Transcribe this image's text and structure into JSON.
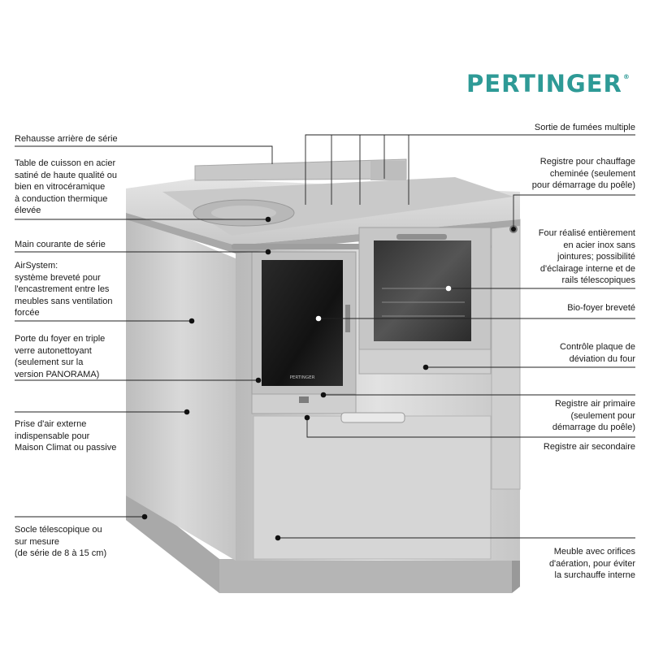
{
  "brand": {
    "logo_text": "PERTINGER",
    "registered_mark": "®",
    "color": "#2e9a96"
  },
  "labels": {
    "left": [
      "Rehausse arrière de série",
      "Table de cuisson en acier\nsatiné de haute qualité ou\nbien en vitrocéramique\nà conduction thermique\nélevée",
      "Main courante de série",
      "AirSystem:\nsystème breveté pour\nl'encastrement entre les\nmeubles sans ventilation\nforcée",
      "Porte du foyer en triple\nverre autonettoyant\n(seulement sur la\nversion PANORAMA)",
      "Prise d'air externe\nindispensable pour\nMaison Climat ou passive",
      "Socle télescopique ou\nsur mesure\n(de série de 8 à 15 cm)"
    ],
    "right": [
      "Sortie de fumées multiple",
      "Registre pour chauffage\ncheminée (seulement\npour démarrage du poêle)",
      "Four réalisé entièrement\nen acier inox sans\njointures; possibilité\nd'éclairage interne et de\nrails télescopiques",
      "Bio-foyer breveté",
      "Contrôle plaque de\ndéviation du four",
      "Registre air primaire\n(seulement pour\ndémarrage du poêle)",
      "Registre air secondaire",
      "Meuble avec orifices\nd'aération, pour éviter\nla surchauffe interne"
    ]
  },
  "product": {
    "door_badge": "PERTINGER"
  },
  "colors": {
    "line": "#222222",
    "steel_light": "#dcdcdc",
    "steel_mid": "#bfbfbf",
    "steel_dark": "#9a9a9a",
    "glass": "#1b1b1b"
  }
}
